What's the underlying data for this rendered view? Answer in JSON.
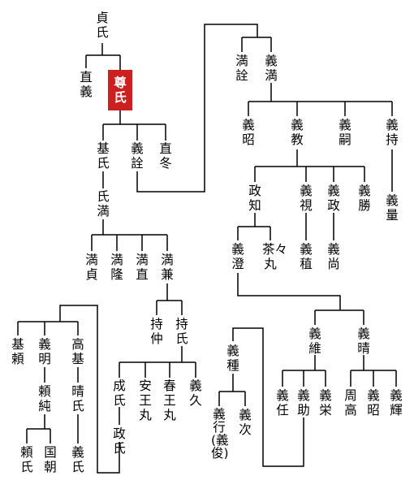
{
  "highlight_color": "#cc1f1f",
  "highlighted": "尊氏",
  "nodes": {
    "sadauji": "貞氏",
    "tadayoshi": "直義",
    "takauji": "尊氏",
    "mototada": "基氏",
    "yoshiakira": "義詮",
    "tadafuyu": "直冬",
    "ujimitsu": "氏満",
    "mitsusada": "満貞",
    "mitsutaka": "満隆",
    "mitsunao": "満直",
    "mitsukane": "満兼",
    "mochinaka": "持仲",
    "mochiuji": "持氏",
    "motoyori": "基頼",
    "yoshiaki": "義明",
    "takamoto": "高基",
    "yorizumi": "頼純",
    "haruuji": "晴氏",
    "yoriuji": "頼氏",
    "kunitomo": "国朝",
    "yoshiuji": "義氏",
    "shigeuji": "成氏",
    "masauji": "政氏",
    "yasuomaru": "安王丸",
    "haruomaru": "春王丸",
    "yoshihisa": "義久",
    "mitsuakira": "満詮",
    "yoshimitsu": "義満",
    "yoshimochi_a": "義昭",
    "yoshinori": "義教",
    "yoshitsugu": "義嗣",
    "yoshimochi": "義持",
    "yoshikazu": "義量",
    "masatomo": "政知",
    "yoshimi": "義視",
    "yoshimasa": "義政",
    "yoshikatsu": "義勝",
    "yoshizumi": "義澄",
    "chachamaru": "茶々丸",
    "yoshiki": "義稙",
    "yoshihisa2": "義尚",
    "yoshitsuna": "義維",
    "yoshiharu": "義晴",
    "yoshitane": "義種",
    "yoshihide": "義栄",
    "yoshisuke": "義助",
    "yoshito": "義任",
    "shuko": "周高",
    "yoshiaki2": "義昭",
    "yoshiteru": "義輝",
    "yoshiyuki": "義行(義俊)",
    "yoshitsugu2": "義次"
  }
}
